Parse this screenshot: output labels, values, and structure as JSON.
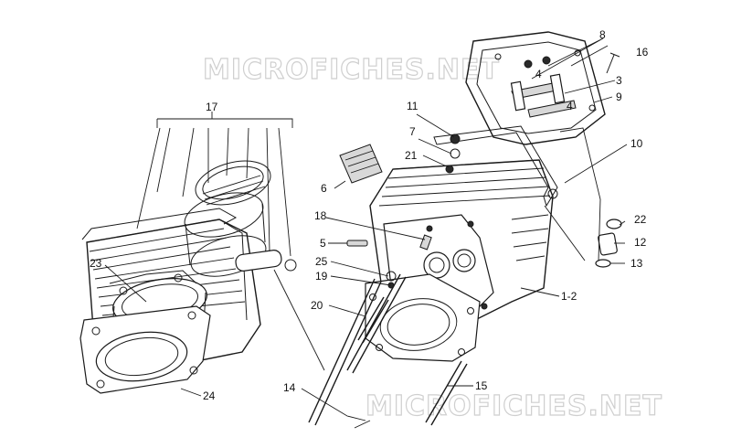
{
  "watermarks": {
    "top": "MICROFICHES.NET",
    "bottom": "MICROFICHES.NET"
  },
  "callouts": {
    "c1_2": "1-2",
    "c3": "3",
    "c4a": "4",
    "c4b": "4",
    "c5": "5",
    "c6": "6",
    "c7": "7",
    "c8": "8",
    "c9": "9",
    "c10": "10",
    "c11": "11",
    "c12": "12",
    "c13": "13",
    "c14": "14",
    "c15": "15",
    "c16": "16",
    "c17": "17",
    "c18": "18",
    "c19": "19",
    "c20": "20",
    "c21": "21",
    "c22": "22",
    "c23": "23",
    "c24": "24",
    "c25": "25"
  },
  "colors": {
    "ink": "#1a1a1a",
    "watermark": "#cfcfcf",
    "background": "#ffffff"
  }
}
